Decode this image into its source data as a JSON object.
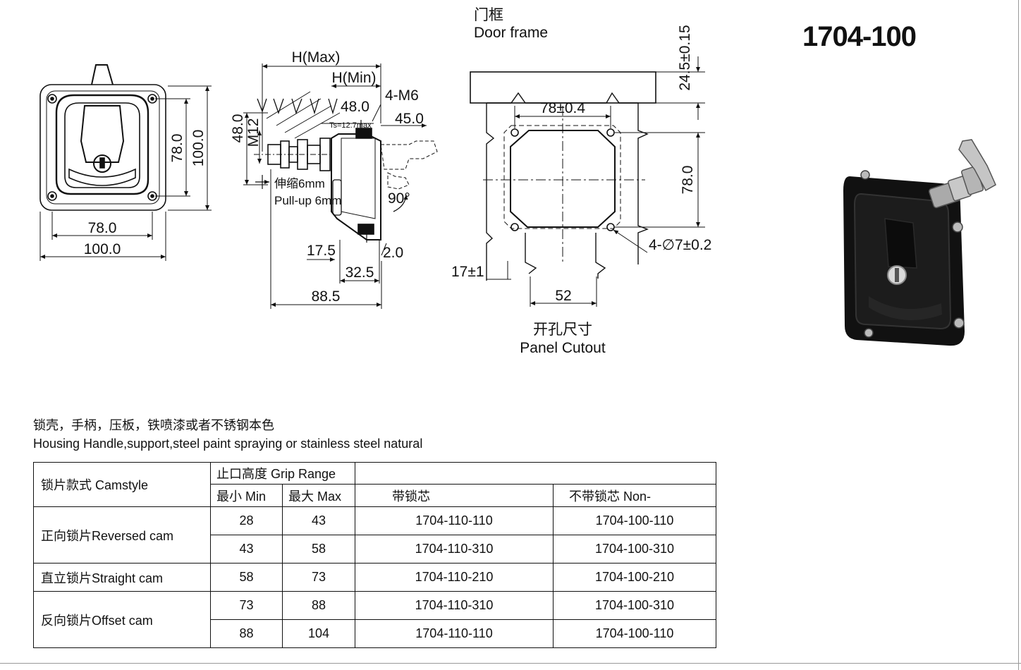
{
  "title": "1704-100",
  "front_view": {
    "dim_width_inner": "78.0",
    "dim_width_outer": "100.0",
    "dim_height_inner": "78.0",
    "dim_height_outer": "100.0"
  },
  "side_view": {
    "h_max": "H(Max)",
    "h_min": "H(Min)",
    "m6": "4-M6",
    "dim_48a": "48.0",
    "dim_45": "45.0",
    "dim_48b": "48.0",
    "m12": "M12",
    "ts": "Ts=12.7max",
    "stroke_cn": "伸缩6mm",
    "stroke_en": "Pull-up 6mm",
    "angle": "90°",
    "dim_17_5": "17.5",
    "dim_2_0": "2.0",
    "dim_32_5": "32.5",
    "dim_88_5": "88.5"
  },
  "cutout_view": {
    "door_frame_cn": "门框",
    "door_frame_en": "Door frame",
    "dim_24_5": "24.5±0.15",
    "dim_78a": "78±0.4",
    "dim_78b": "78.0",
    "holes": "4-∅7±0.2",
    "dim_17": "17±1",
    "dim_52": "52",
    "panel_cn": "开孔尺寸",
    "panel_en": "Panel Cutout"
  },
  "notes": {
    "cn": "锁壳，手柄，压板，铁喷漆或者不锈钢本色",
    "en": "Housing Handle,support,steel paint spraying or stainless steel natural"
  },
  "table": {
    "camstyle_header": "锁片款式 Camstyle",
    "grip_header": "止口高度 Grip Range",
    "min_header": "最小 Min",
    "max_header": "最大 Max",
    "with_lock_header": "带锁芯",
    "without_lock_header": "不带锁芯 Non-",
    "groups": [
      {
        "label": "正向锁片Reversed  cam",
        "rows": [
          {
            "min": "28",
            "max": "43",
            "with_lock": "1704-110-110",
            "without_lock": "1704-100-110"
          },
          {
            "min": "43",
            "max": "58",
            "with_lock": "1704-110-310",
            "without_lock": "1704-100-310"
          }
        ]
      },
      {
        "label": "直立锁片Straight cam",
        "rows": [
          {
            "min": "58",
            "max": "73",
            "with_lock": "1704-110-210",
            "without_lock": "1704-100-210"
          }
        ]
      },
      {
        "label": "反向锁片Offset cam",
        "rows": [
          {
            "min": "73",
            "max": "88",
            "with_lock": "1704-110-310",
            "without_lock": "1704-100-310"
          },
          {
            "min": "88",
            "max": "104",
            "with_lock": "1704-110-110",
            "without_lock": "1704-100-110"
          }
        ]
      }
    ]
  }
}
